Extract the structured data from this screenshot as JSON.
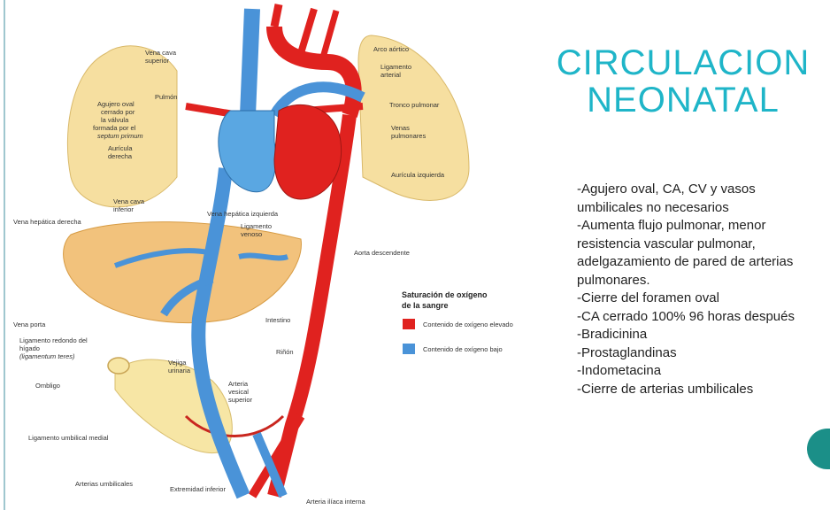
{
  "slide": {
    "title_line1": "CIRCULACION",
    "title_line2": "NEONATAL",
    "notes": [
      "-Agujero oval, CA, CV y vasos umbilicales no necesarios",
      "-Aumenta flujo pulmonar, menor resistencia vascular pulmonar, adelgazamiento de pared de arterias pulmonares.",
      "-Cierre del foramen oval",
      "-CA cerrado 100% 96 horas después",
      "-Bradicinina",
      "-Prostaglandinas",
      "-Indometacina",
      "-Cierre de arterias umbilicales"
    ],
    "accent_color": "#1fb5c8"
  },
  "diagram": {
    "labels": {
      "vena_cava_superior": [
        "Vena cava",
        "superior"
      ],
      "pulmon": "Pulmón",
      "agujero_oval": [
        "Agujero oval",
        "cerrado por",
        "la válvula",
        "formada por el",
        "septum primum"
      ],
      "auricula_derecha": [
        "Aurícula",
        "derecha"
      ],
      "arco_aortico": "Arco aórtico",
      "ligamento_arterial": [
        "Ligamento",
        "arterial"
      ],
      "tronco_pulmonar": "Tronco pulmonar",
      "venas_pulmonares": [
        "Venas",
        "pulmonares"
      ],
      "auricula_izquierda": "Aurícula izquierda",
      "vena_cava_inferior": [
        "Vena cava",
        "inferior"
      ],
      "vena_hepatica_derecha": "Vena hepática derecha",
      "vena_hepatica_izquierda": "Vena hepática izquierda",
      "ligamento_venoso": [
        "Ligamento",
        "venoso"
      ],
      "aorta_descendente": "Aorta descendente",
      "vena_porta": "Vena porta",
      "intestino": "Intestino",
      "ligamento_redondo": [
        "Ligamento redondo del",
        "hígado",
        "(ligamentum teres)"
      ],
      "rinon": "Riñón",
      "vejiga": [
        "Vejiga",
        "urinaria"
      ],
      "ombligo": "Ombligo",
      "arteria_vesical": [
        "Arteria",
        "vesical",
        "superior"
      ],
      "ligamento_umbilical": "Ligamento umbilical medial",
      "arterias_umbilicales": "Arterias umbilicales",
      "extremidad_inferior": "Extremidad inferior",
      "arteria_iliaca": "Arteria ilíaca interna"
    },
    "legend": {
      "title_line1": "Saturación de oxígeno",
      "title_line2": "de la sangre",
      "high": "Contenido de oxígeno elevado",
      "low": "Contenido de oxígeno bajo",
      "high_color": "#e0221f",
      "low_color": "#4a93d8"
    }
  }
}
